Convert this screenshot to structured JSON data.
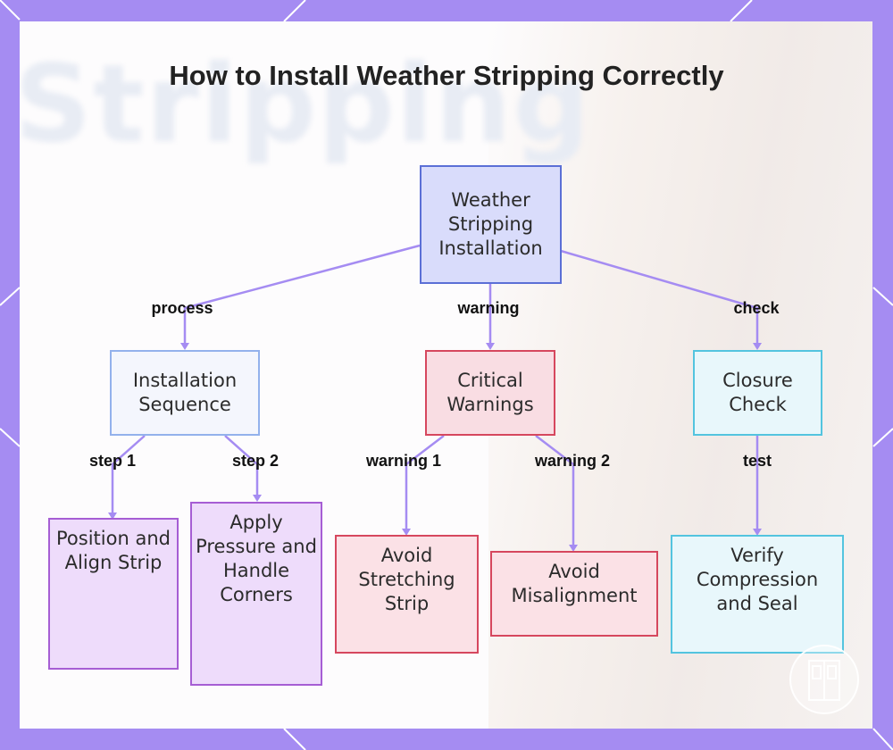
{
  "title": "How to Install Weather Stripping Correctly",
  "background": {
    "faded_word": "Stripping"
  },
  "nodes": {
    "root": "Weather Stripping Installation",
    "installation_sequence": "Installation Sequence",
    "critical_warnings": "Critical Warnings",
    "closure_check": "Closure Check",
    "position_align": "Position and Align Strip",
    "apply_pressure": "Apply Pressure and Handle Corners",
    "avoid_stretching": "Avoid Stretching Strip",
    "avoid_misalignment": "Avoid Misalignment",
    "verify_compression": "Verify Compression and Seal"
  },
  "edge_labels": {
    "process": "process",
    "warning": "warning",
    "check": "check",
    "step1": "step 1",
    "step2": "step 2",
    "warning1": "warning 1",
    "warning2": "warning 2",
    "test": "test"
  },
  "colors": {
    "frame": "#a58cf2",
    "edge": "#a58cf2",
    "root_fill": "#d9dcfb",
    "root_border": "#5b6fd6",
    "warning_border": "#d6475e",
    "check_border": "#53c4df",
    "step_border": "#a65ed4"
  },
  "icons": [
    "door-logo-icon"
  ]
}
